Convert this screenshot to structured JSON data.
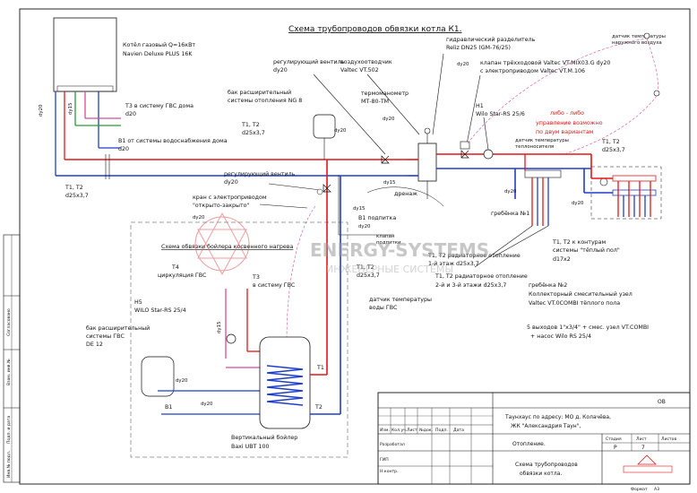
{
  "title": "Схема трубопроводов обвязки котла К1.",
  "subtitle_dhw": "Схема обвязки бойлера косвенного нагрева",
  "watermark": {
    "line1": "ENERGY-SYSTEMS",
    "line2": "ИНЖЕНЕРНЫЕ СИСТЕМЫ"
  },
  "labels": {
    "boiler_1": "Котёл газовый Q=16кВт",
    "boiler_2": "Navien Deluxe PLUS 16K",
    "t3_1": "Т3 в систему ГВС дома",
    "t3_2": "d20",
    "b1_1": "В1 от системы водоснабжения дома",
    "b1_2": "d20",
    "exp_1": "бак расширительный",
    "exp_2": "системы отопления NG 8",
    "t1t2_top_1": "Т1, Т2",
    "t1t2_top_2": "d25х3,7",
    "t1t2_left_1": "Т1, Т2",
    "t1t2_left_2": "d25х3,7",
    "reg_valve_1": "регулирующий вентиль",
    "reg_valve_2": "dy20",
    "reg_valve2_1": "регулирующий вентиль",
    "reg_valve2_2": "dy20",
    "air_vent_1": "воздухоотводчик",
    "air_vent_2": "Valtec VT.502",
    "thermo_1": "термоманометр",
    "thermo_2": "МТ-80-ТМ",
    "hydro_1": "гидравлический разделитель",
    "hydro_2": "Reliz DN25 (GM-76/25)",
    "valve3_1": "клапан трёхходовой Valtec VT.MIX03.G  dy20",
    "valve3_2": "с электроприводом Valtec VT.M.106",
    "h1_1": "Н1",
    "h1_2": "Wilo Star-RS 25/6",
    "outdoor_1": "датчик температуры",
    "outdoor_2": "наружного воздуха",
    "red_note_1": "либо - либо",
    "red_note_2": "управление возможно",
    "red_note_3": "по двум вариантам",
    "coolant_1": "датчик температуры",
    "coolant_2": "теплоносителя",
    "t1t2_right_1": "Т1, Т2",
    "t1t2_right_2": "d25х3,7",
    "crane_1": "кран  с электроприводом",
    "crane_2": "\"открыто-закрыто\"",
    "crane_3": "dy20",
    "dhw_t4_1": "Т4",
    "dhw_t4_2": "циркуляция ГВС",
    "dhw_t3_1": "Т3",
    "dhw_t3_2": "в систему ГВС",
    "h5_1": "Н5",
    "h5_2": "WILO Star-RS 25/4",
    "exp_dhw_1": "бак расширительный",
    "exp_dhw_2": "системы ГВС",
    "exp_dhw_3": "DE 12",
    "b1_bottom": "В1",
    "boiler_ind_1": "Вертикальный бойлер",
    "boiler_ind_2": "Baxi UBT 100",
    "sensor_dhw_1": "датчик температуры",
    "sensor_dhw_2": "воды ГВС",
    "comb1": "гребёнка №1",
    "comb2_1": "гребёнка №2",
    "comb2_2": "Коллекторный смесительный узел",
    "comb2_3": "Valtec VT.0COMBI тёплого пола",
    "comb2_4": "5 выходов 1\"х3/4\" + смес. узел VT.COMBI",
    "comb2_5": "+ насос Wilo RS 25/4",
    "floor_1": "Т1, Т2 к контурам",
    "floor_2": "системы \"тёплый пол\"",
    "floor_3": "d17х2",
    "rad_1": "Т1, Т2 радиаторное отопление",
    "rad_2": "2-й и 3-й этажи    d25х3,7",
    "rad1f_1": "Т1, Т2 радиаторное отопление",
    "rad1f_2": "1-й этаж       d25х3,7",
    "t1t2_mid_1": "Т1, Т2",
    "t1t2_mid_2": "d25х3,7",
    "drain": "дренаж",
    "b1_fill_1": "В1 подпитка",
    "b1_fill_2": "dy20",
    "make_ctrl_1": "клапан",
    "make_ctrl_2": "подпитки",
    "t1": "Т1",
    "t2": "Т2",
    "b1": "В1"
  },
  "dims": {
    "dy15": "dy15",
    "dy20": "dy20",
    "d20": "d20"
  },
  "title_block": {
    "sheet_code": "ОВ",
    "address_1": "Таунхаус по адресу: МО д. Колачёва,",
    "address_2": "ЖК \"Александрия Таун\",",
    "section": "Отопление.",
    "drawing_1": "Схема трубопроводов",
    "drawing_2": "обвязки котла.",
    "stage_hdr": "Стадия",
    "sheet_hdr": "Лист",
    "sheets_hdr": "Листов",
    "stage": "Р",
    "sheet": "7",
    "cols": [
      "Изм.",
      "Кол.уч.",
      "Лист",
      "№док.",
      "Подп.",
      "Дата"
    ],
    "roles": [
      "Разработал",
      "ГИП",
      "Н.контр."
    ],
    "format_lbl": "Формат",
    "format": "А3"
  },
  "side_stamp": [
    "Инв.№ подл.",
    "Подп. и дата",
    "Взам. инв.№",
    "Согласовано"
  ],
  "colors": {
    "supply": "#e01818",
    "return": "#1e3ec8",
    "circulation": "#d54a9a",
    "green_pipe": "#2a9a34"
  }
}
